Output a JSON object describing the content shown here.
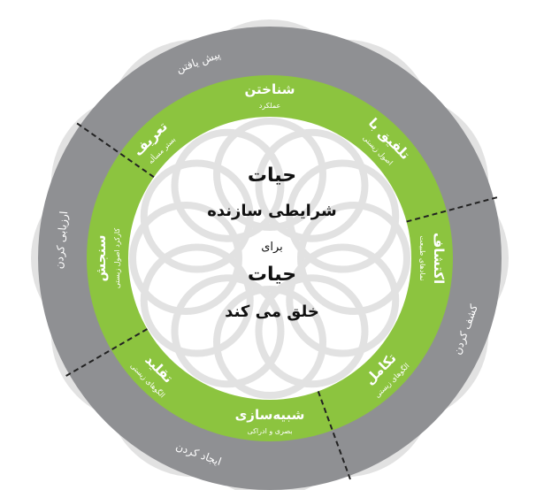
{
  "colors": {
    "outer_ring": "#8f9093",
    "green_ring": "#8cc43f",
    "center": "#ffffff",
    "divider": "#222222",
    "text_dark": "#1a1a1a",
    "text_light": "#ffffff"
  },
  "center": {
    "line1": "حیات",
    "line2": "شرایطی سازنده",
    "line3": "برای",
    "line4": "حیات",
    "line5": "خلق می کند"
  },
  "green_ring": {
    "items": [
      {
        "title": "شناختن",
        "subtitle": "عملکرد"
      },
      {
        "title": "تلفیق با",
        "subtitle": "اصول زیستی"
      },
      {
        "title": "اکتشاف",
        "subtitle": "نمادهای طبیعت"
      },
      {
        "title": "تکامل",
        "subtitle": "الگوهای زیستی"
      },
      {
        "title": "شبیه‌سازی",
        "subtitle": "بصری و ادراکی"
      },
      {
        "title": "تقلید",
        "subtitle": "الگوهای زیستی"
      },
      {
        "title": "سنجش",
        "subtitle": "کارکرد اصول زیستی"
      },
      {
        "title": "تعریف",
        "subtitle": "بستر مسأله"
      }
    ]
  },
  "outer_ring": {
    "labels": [
      {
        "text": "پیش یافتن"
      },
      {
        "text": "کشف کردن"
      },
      {
        "text": "ایجاد کردن"
      },
      {
        "text": "ارزیابی کردن"
      }
    ]
  }
}
